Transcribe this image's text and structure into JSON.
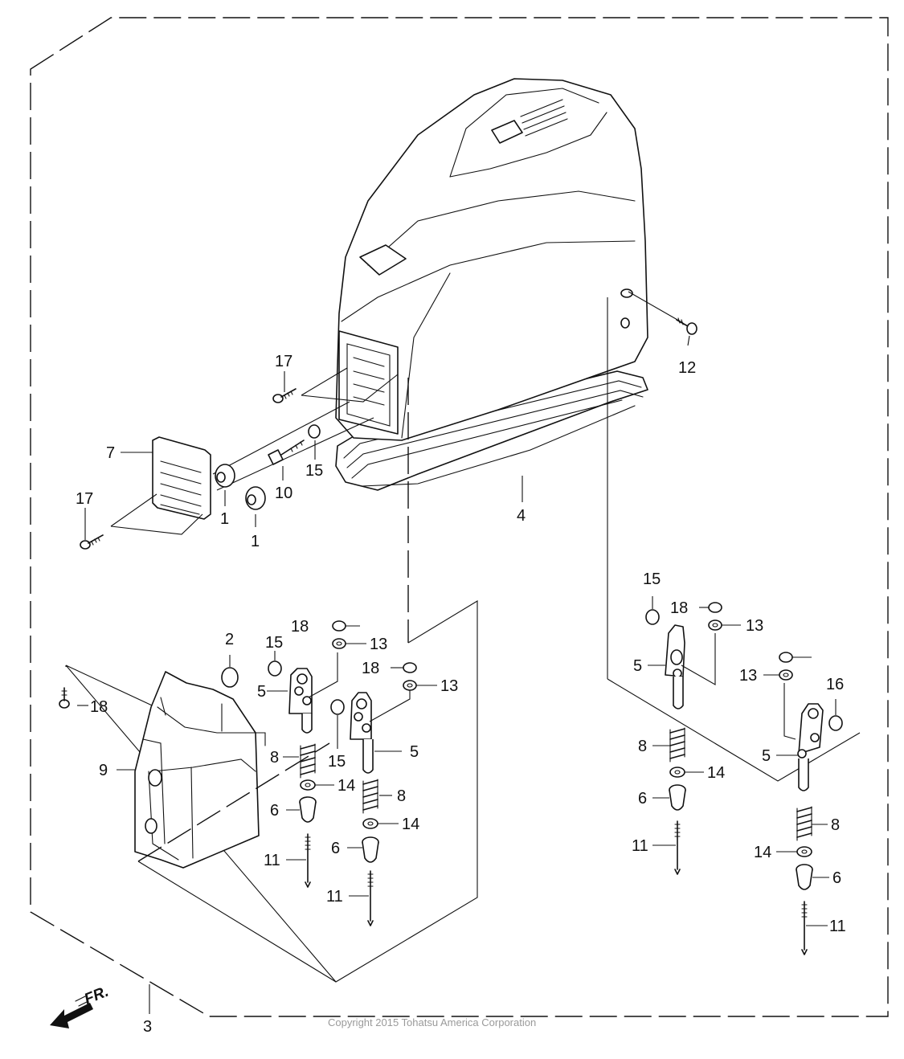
{
  "diagram": {
    "front_marker": "FR.",
    "copyright": "Copyright 2015 Tohatsu America Corporation",
    "callouts": [
      {
        "id": "c1a",
        "text": "1"
      },
      {
        "id": "c1b",
        "text": "1"
      },
      {
        "id": "c2",
        "text": "2"
      },
      {
        "id": "c3",
        "text": "3"
      },
      {
        "id": "c4",
        "text": "4"
      },
      {
        "id": "c5a",
        "text": "5"
      },
      {
        "id": "c5b",
        "text": "5"
      },
      {
        "id": "c5c",
        "text": "5"
      },
      {
        "id": "c5d",
        "text": "5"
      },
      {
        "id": "c6a",
        "text": "6"
      },
      {
        "id": "c6b",
        "text": "6"
      },
      {
        "id": "c6c",
        "text": "6"
      },
      {
        "id": "c6d",
        "text": "6"
      },
      {
        "id": "c7",
        "text": "7"
      },
      {
        "id": "c8a",
        "text": "8"
      },
      {
        "id": "c8b",
        "text": "8"
      },
      {
        "id": "c8c",
        "text": "8"
      },
      {
        "id": "c8d",
        "text": "8"
      },
      {
        "id": "c9",
        "text": "9"
      },
      {
        "id": "c10",
        "text": "10"
      },
      {
        "id": "c11a",
        "text": "11"
      },
      {
        "id": "c11b",
        "text": "11"
      },
      {
        "id": "c11c",
        "text": "11"
      },
      {
        "id": "c11d",
        "text": "11"
      },
      {
        "id": "c12",
        "text": "12"
      },
      {
        "id": "c13a",
        "text": "13"
      },
      {
        "id": "c13b",
        "text": "13"
      },
      {
        "id": "c13c",
        "text": "13"
      },
      {
        "id": "c13d",
        "text": "13"
      },
      {
        "id": "c14a",
        "text": "14"
      },
      {
        "id": "c14b",
        "text": "14"
      },
      {
        "id": "c14c",
        "text": "14"
      },
      {
        "id": "c14d",
        "text": "14"
      },
      {
        "id": "c15a",
        "text": "15"
      },
      {
        "id": "c15b",
        "text": "15"
      },
      {
        "id": "c15c",
        "text": "15"
      },
      {
        "id": "c15d",
        "text": "15"
      },
      {
        "id": "c16",
        "text": "16"
      },
      {
        "id": "c17a",
        "text": "17"
      },
      {
        "id": "c17b",
        "text": "17"
      },
      {
        "id": "c18a",
        "text": "18"
      },
      {
        "id": "c18b",
        "text": "18"
      },
      {
        "id": "c18c",
        "text": "18"
      },
      {
        "id": "c18d",
        "text": "18"
      }
    ]
  }
}
